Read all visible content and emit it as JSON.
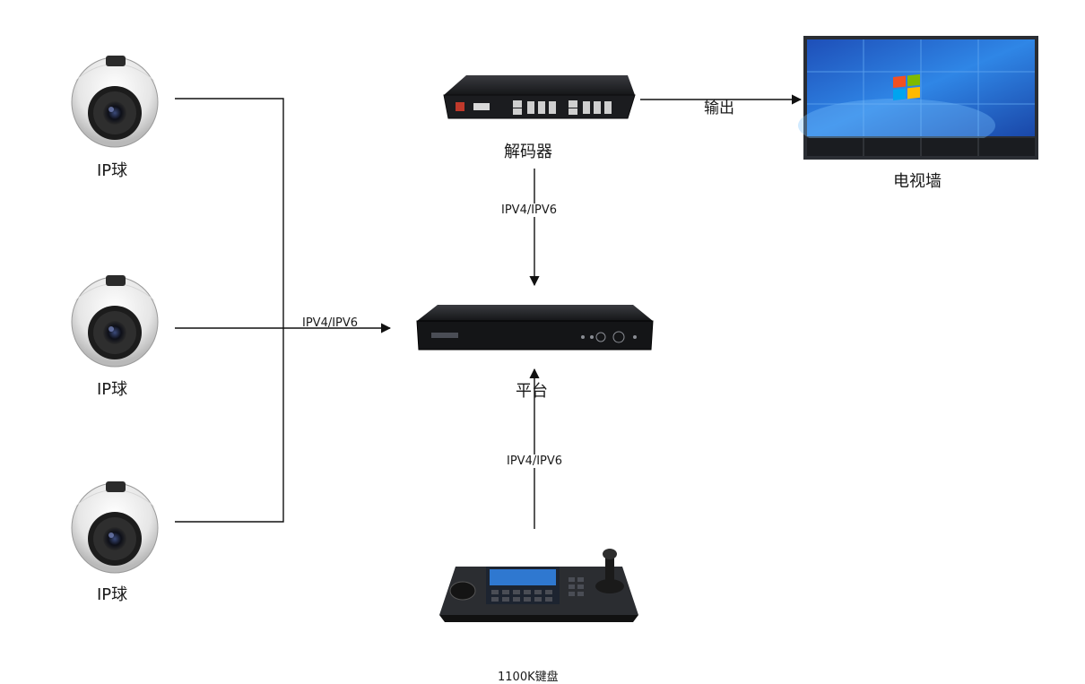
{
  "cameras": [
    {
      "label": "IP球",
      "icon": "dome-camera-icon"
    },
    {
      "label": "IP球",
      "icon": "dome-camera-icon"
    },
    {
      "label": "IP球",
      "icon": "dome-camera-icon"
    }
  ],
  "decoder": {
    "label": "解码器",
    "icon": "rack-decoder-icon"
  },
  "videowall": {
    "label": "电视墙",
    "icon": "video-wall-icon"
  },
  "platform": {
    "label": "平台",
    "icon": "nvr-platform-icon"
  },
  "keyboard": {
    "label": "1100K键盘",
    "icon": "control-keyboard-icon"
  },
  "links": {
    "cameras_to_platform": "IPV4/IPV6",
    "decoder_to_platform": "IPV4/IPV6",
    "keyboard_to_platform": "IPV4/IPV6",
    "decoder_to_wall": "输出"
  },
  "colors": {
    "line": "#111111",
    "device_dark": "#1e1f22",
    "camera_white": "#f2f2f2",
    "screen_blue": "#2a6bd6"
  }
}
